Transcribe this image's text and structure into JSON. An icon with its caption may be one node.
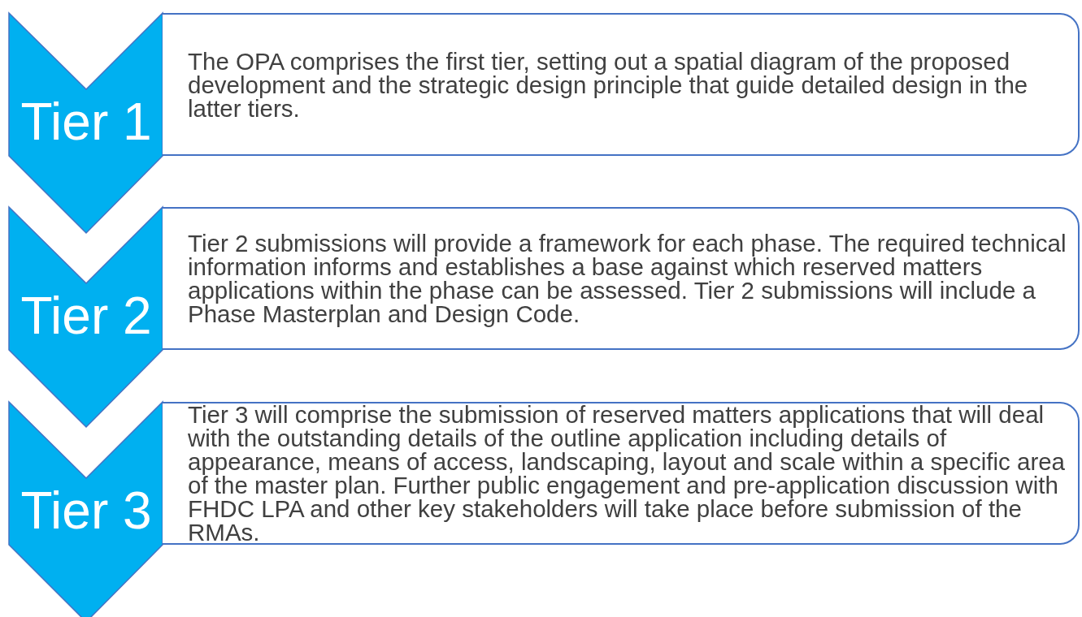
{
  "diagram": {
    "nodes": [
      {
        "text": [
          "Tier 1"
        ]
      },
      {
        "text": [
          "The OPA comprises the first tier, setting out a spatial diagram of the proposed development and the strategic design principle that guide detailed design in the latter tiers."
        ]
      },
      {
        "text": [
          "Tier 2"
        ]
      },
      {
        "text": [
          "Tier 2 submissions will provide a framework for each phase. The required technical information informs and establishes a base against which reserved matters applications within the phase can be assessed. Tier 2 submissions will include a Phase Masterplan and Design Code."
        ]
      },
      {
        "text": [
          "Tier 3"
        ]
      },
      {
        "text": [
          "Tier 3 will comprise the submission of reserved matters applications that will deal with the outstanding details of the outline application including details of appearance, means of access, landscaping, layout and scale within a specific area of the master plan. Further public engagement and pre-application discussion with FHDC LPA and other key stakeholders will take place before submission of the RMAs."
        ]
      }
    ]
  }
}
